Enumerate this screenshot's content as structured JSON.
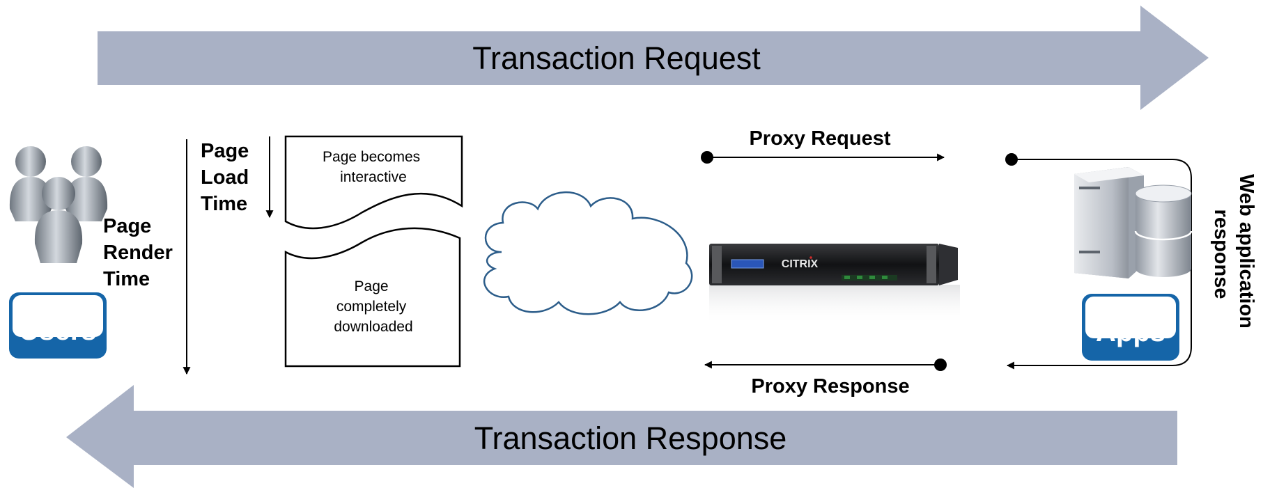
{
  "flow": {
    "request_label": "Transaction Request",
    "response_label": "Transaction Response"
  },
  "users": {
    "icon": "users-icon",
    "badge_text": "Users"
  },
  "timing": {
    "render_time_lines": [
      "Page",
      "Render",
      "Time"
    ],
    "load_time_lines": [
      "Page",
      "Load",
      "Time"
    ]
  },
  "page_states": {
    "interactive_lines": [
      "Page becomes",
      "interactive"
    ],
    "downloaded_lines": [
      "Page",
      "completely",
      "downloaded"
    ]
  },
  "network": {
    "icon": "cloud-icon"
  },
  "proxy": {
    "icon": "appliance-icon",
    "brand": "CITRIX",
    "request_label": "Proxy Request",
    "response_label": "Proxy Response"
  },
  "app": {
    "icon": "server-database-icon",
    "badge_text": "Apps",
    "response_lines": [
      "Web application",
      "response"
    ]
  },
  "colors": {
    "big_arrow": "#a9b1c5",
    "badge_blue": "#1565a8",
    "text": "#000000"
  }
}
